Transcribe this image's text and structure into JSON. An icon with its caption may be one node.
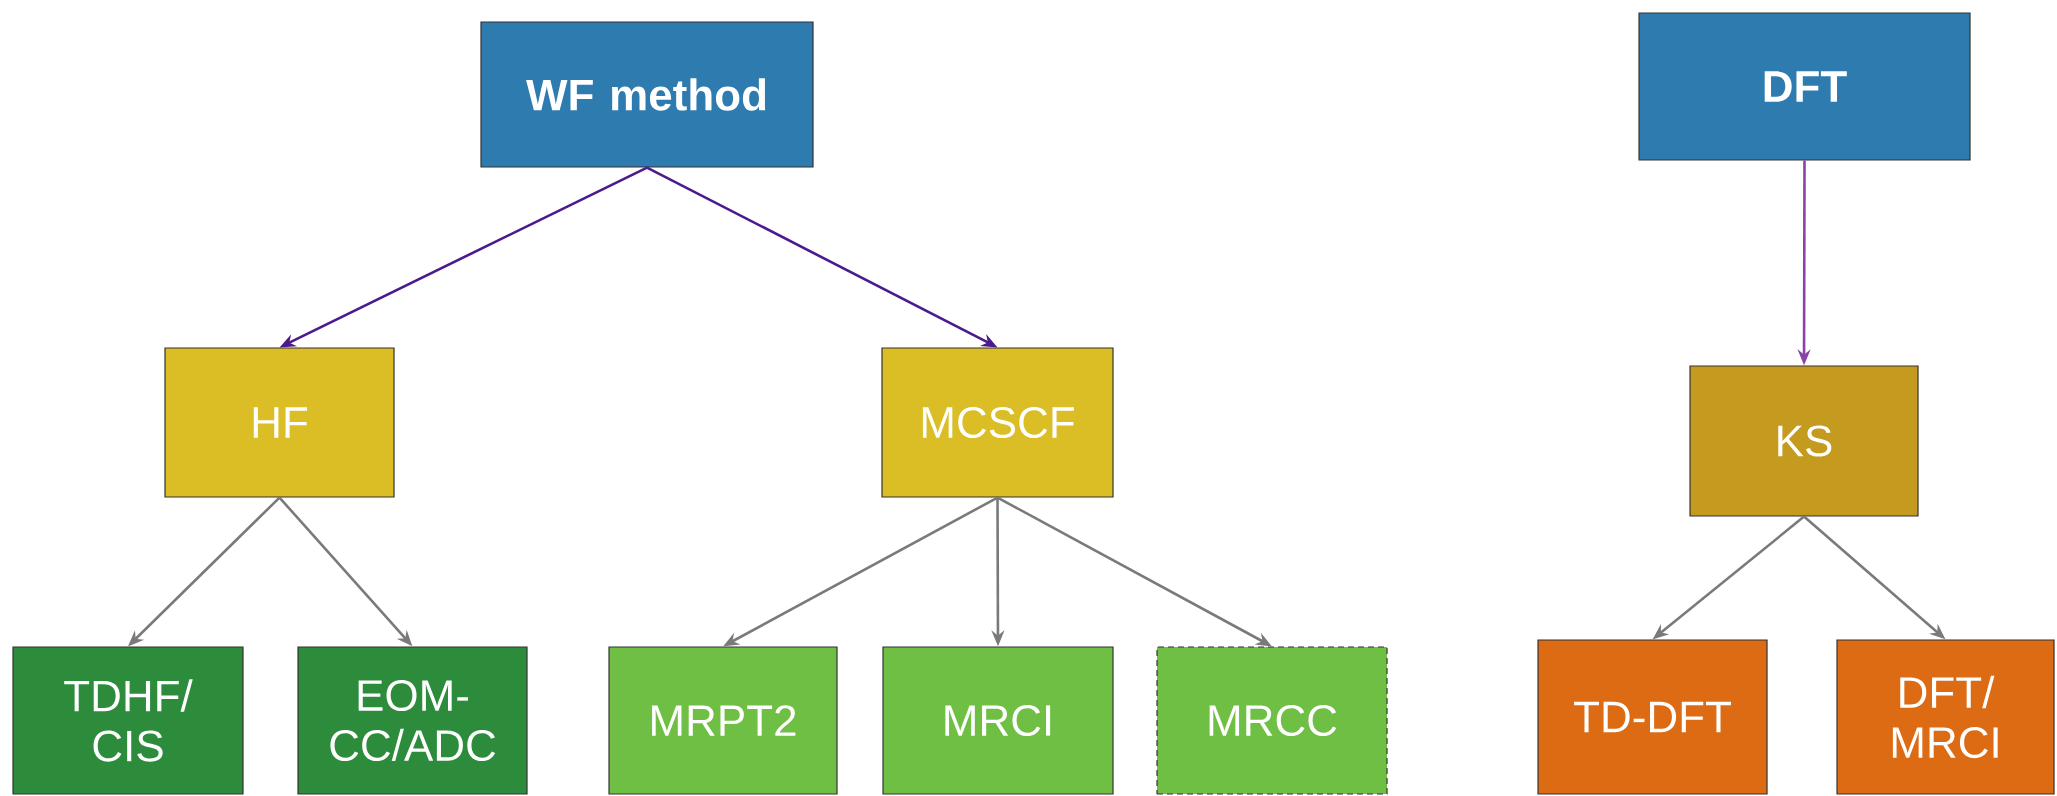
{
  "diagram": {
    "nodes": [
      {
        "text": [
          "WF method"
        ]
      },
      {
        "text": [
          "DFT"
        ]
      },
      {
        "text": [
          "HF"
        ]
      },
      {
        "text": [
          "MCSCF"
        ]
      },
      {
        "text": [
          "KS"
        ]
      },
      {
        "text": [
          "TDHF/ CIS"
        ]
      },
      {
        "text": [
          "EOM-CC/ADC"
        ]
      },
      {
        "text": [
          "MRPT2"
        ]
      },
      {
        "text": [
          "MRCI"
        ]
      },
      {
        "text": [
          "MRCC"
        ]
      },
      {
        "text": [
          "TD-DFT"
        ]
      },
      {
        "text": [
          "DFT/ MRCI"
        ]
      }
    ],
    "edges": [
      {
        "from": 0,
        "to": 2,
        "arrow": "to",
        "color": "#4b1a8c"
      },
      {
        "from": 0,
        "to": 3,
        "arrow": "to",
        "color": "#4b1a8c"
      },
      {
        "from": 1,
        "to": 4,
        "arrow": "to",
        "color": "#8a44a8"
      },
      {
        "from": 2,
        "to": 5,
        "arrow": "to"
      },
      {
        "from": 2,
        "to": 6,
        "arrow": "to"
      },
      {
        "from": 3,
        "to": 7,
        "arrow": "to"
      },
      {
        "from": 3,
        "to": 8,
        "arrow": "to"
      },
      {
        "from": 3,
        "to": 9,
        "arrow": "to"
      },
      {
        "from": 4,
        "to": 10,
        "arrow": "to"
      },
      {
        "from": 4,
        "to": 11,
        "arrow": "to"
      }
    ]
  }
}
